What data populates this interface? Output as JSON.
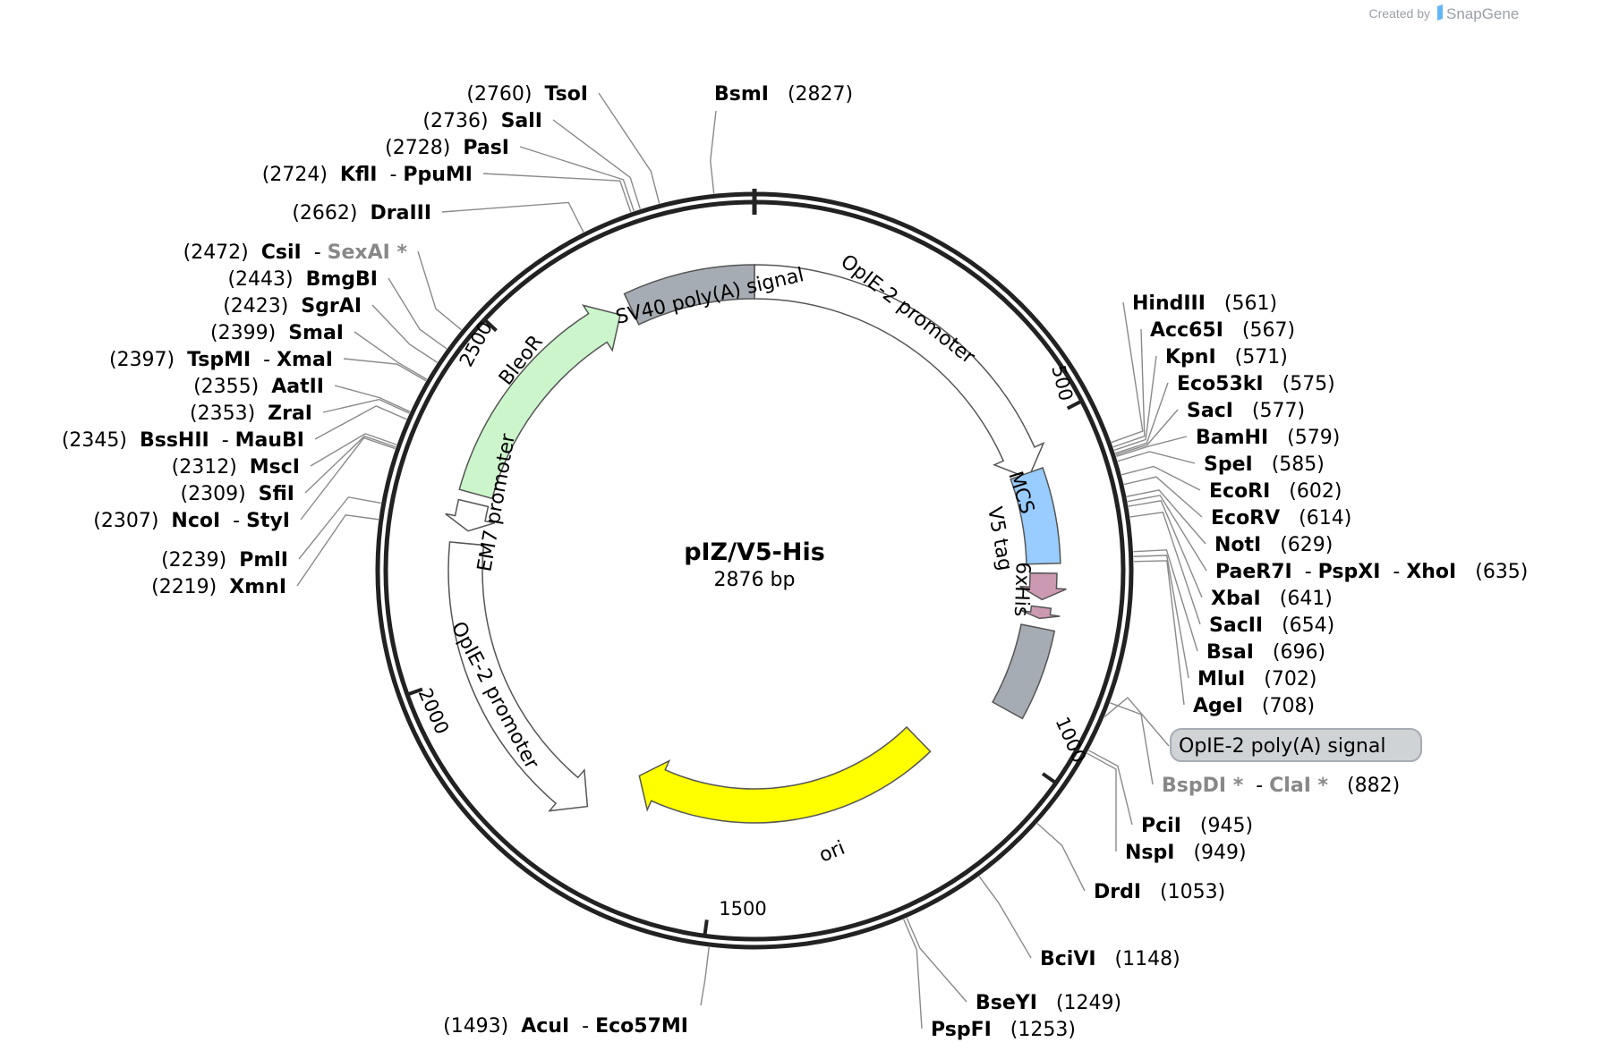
{
  "credit": {
    "prefix": "Created by",
    "brand": "SnapGene"
  },
  "plasmid": {
    "name": "pIZ/V5-His",
    "length_label": "2876 bp",
    "length": 2876
  },
  "ticks": [
    {
      "bp": 500,
      "label": "500"
    },
    {
      "bp": 1000,
      "label": "1000"
    },
    {
      "bp": 1500,
      "label": "1500"
    },
    {
      "bp": 2000,
      "label": "2000"
    },
    {
      "bp": 2500,
      "label": "2500"
    }
  ],
  "features": [
    {
      "label": "OpIE-2 promoter",
      "start": 0,
      "end": 570,
      "type": "promoter",
      "color": "#ffffff"
    },
    {
      "label": "MCS",
      "start": 562,
      "end": 708,
      "type": "misc",
      "color": "#99ccff"
    },
    {
      "label": "V5 tag",
      "start": 723,
      "end": 765,
      "type": "tag",
      "color": "#cc99b2"
    },
    {
      "label": "6xHis",
      "start": 777,
      "end": 795,
      "type": "tag",
      "color": "#cc99b2"
    },
    {
      "label": "OpIE-2 poly(A) signal",
      "start": 810,
      "end": 950,
      "type": "polyA",
      "color": "#a6acb3"
    },
    {
      "label": "ori",
      "start": 1085,
      "end": 1672,
      "type": "rep_origin",
      "color": "#ffff00"
    },
    {
      "label": "OpIE-2 promoter",
      "start": 1720,
      "end": 2200,
      "type": "promoter",
      "color": "#ffffff"
    },
    {
      "label": "EM7 promoter",
      "start": 2220,
      "end": 2265,
      "type": "promoter",
      "color": "#ffffff"
    },
    {
      "label": "BleoR",
      "start": 2280,
      "end": 2655,
      "type": "cds",
      "color": "#ccf5cc"
    },
    {
      "label": "SV40 poly(A) signal",
      "start": 2675,
      "end": 2876,
      "type": "polyA",
      "color": "#a6acb3"
    }
  ],
  "sites": [
    {
      "position": "(2760)",
      "names": [
        "TsoI"
      ],
      "gray": [
        false
      ]
    },
    {
      "position": "(2827)",
      "names": [
        "BsmI"
      ],
      "gray": [
        false
      ]
    },
    {
      "position": "(2736)",
      "names": [
        "SalI"
      ],
      "gray": [
        false
      ]
    },
    {
      "position": "(2728)",
      "names": [
        "PasI"
      ],
      "gray": [
        false
      ]
    },
    {
      "position": "(2724)",
      "names": [
        "KflI",
        "PpuMI"
      ],
      "gray": [
        false,
        false
      ]
    },
    {
      "position": "(2662)",
      "names": [
        "DraIII"
      ],
      "gray": [
        false
      ]
    },
    {
      "position": "(2472)",
      "names": [
        "CsiI",
        "SexAI *"
      ],
      "gray": [
        false,
        true
      ]
    },
    {
      "position": "(2443)",
      "names": [
        "BmgBI"
      ],
      "gray": [
        false
      ]
    },
    {
      "position": "(2423)",
      "names": [
        "SgrAI"
      ],
      "gray": [
        false
      ]
    },
    {
      "position": "(2399)",
      "names": [
        "SmaI"
      ],
      "gray": [
        false
      ]
    },
    {
      "position": "(2397)",
      "names": [
        "TspMI",
        "XmaI"
      ],
      "gray": [
        false,
        false
      ]
    },
    {
      "position": "(2355)",
      "names": [
        "AatII"
      ],
      "gray": [
        false
      ]
    },
    {
      "position": "(2353)",
      "names": [
        "ZraI"
      ],
      "gray": [
        false
      ]
    },
    {
      "position": "(2345)",
      "names": [
        "BssHII",
        "MauBI"
      ],
      "gray": [
        false,
        false
      ]
    },
    {
      "position": "(2312)",
      "names": [
        "MscI"
      ],
      "gray": [
        false
      ]
    },
    {
      "position": "(2309)",
      "names": [
        "SfiI"
      ],
      "gray": [
        false
      ]
    },
    {
      "position": "(2307)",
      "names": [
        "NcoI",
        "StyI"
      ],
      "gray": [
        false,
        false
      ]
    },
    {
      "position": "(2239)",
      "names": [
        "PmlI"
      ],
      "gray": [
        false
      ]
    },
    {
      "position": "(2219)",
      "names": [
        "XmnI"
      ],
      "gray": [
        false
      ]
    },
    {
      "position": "(1493)",
      "names": [
        "AcuI",
        "Eco57MI"
      ],
      "gray": [
        false,
        false
      ]
    },
    {
      "position": "(561)",
      "names": [
        "HindIII"
      ],
      "gray": [
        false
      ]
    },
    {
      "position": "(567)",
      "names": [
        "Acc65I"
      ],
      "gray": [
        false
      ]
    },
    {
      "position": "(571)",
      "names": [
        "KpnI"
      ],
      "gray": [
        false
      ]
    },
    {
      "position": "(575)",
      "names": [
        "Eco53kI"
      ],
      "gray": [
        false
      ]
    },
    {
      "position": "(577)",
      "names": [
        "SacI"
      ],
      "gray": [
        false
      ]
    },
    {
      "position": "(579)",
      "names": [
        "BamHI"
      ],
      "gray": [
        false
      ]
    },
    {
      "position": "(585)",
      "names": [
        "SpeI"
      ],
      "gray": [
        false
      ]
    },
    {
      "position": "(602)",
      "names": [
        "EcoRI"
      ],
      "gray": [
        false
      ]
    },
    {
      "position": "(614)",
      "names": [
        "EcoRV"
      ],
      "gray": [
        false
      ]
    },
    {
      "position": "(629)",
      "names": [
        "NotI"
      ],
      "gray": [
        false
      ]
    },
    {
      "position": "(635)",
      "names": [
        "PaeR7I",
        "PspXI",
        "XhoI"
      ],
      "gray": [
        false,
        false,
        false
      ]
    },
    {
      "position": "(641)",
      "names": [
        "XbaI"
      ],
      "gray": [
        false
      ]
    },
    {
      "position": "(654)",
      "names": [
        "SacII"
      ],
      "gray": [
        false
      ]
    },
    {
      "position": "(696)",
      "names": [
        "BsaI"
      ],
      "gray": [
        false
      ]
    },
    {
      "position": "(702)",
      "names": [
        "MluI"
      ],
      "gray": [
        false
      ]
    },
    {
      "position": "(708)",
      "names": [
        "AgeI"
      ],
      "gray": [
        false
      ]
    },
    {
      "position": "(882)",
      "names": [
        "BspDI *",
        "ClaI *"
      ],
      "gray": [
        true,
        true
      ]
    },
    {
      "position": "(945)",
      "names": [
        "PciI"
      ],
      "gray": [
        false
      ]
    },
    {
      "position": "(949)",
      "names": [
        "NspI"
      ],
      "gray": [
        false
      ]
    },
    {
      "position": "(1053)",
      "names": [
        "DrdI"
      ],
      "gray": [
        false
      ]
    },
    {
      "position": "(1148)",
      "names": [
        "BciVI"
      ],
      "gray": [
        false
      ]
    },
    {
      "position": "(1249)",
      "names": [
        "BseYI"
      ],
      "gray": [
        false
      ]
    },
    {
      "position": "(1253)",
      "names": [
        "PspFI"
      ],
      "gray": [
        false
      ]
    }
  ],
  "feature_callout": {
    "label": "OpIE-2 poly(A) signal"
  }
}
